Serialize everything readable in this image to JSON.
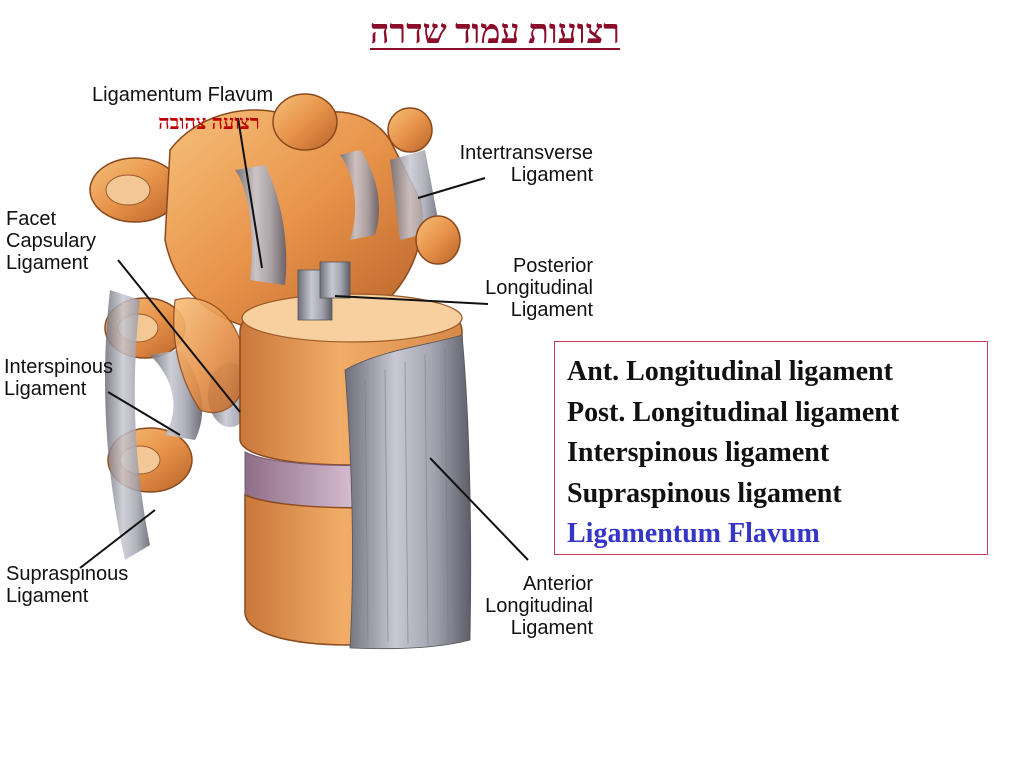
{
  "title": "רצועות עמוד שדרה",
  "colors": {
    "title": "#8a0e2a",
    "hebrew_label": "#c00000",
    "bone": "#e8934a",
    "ligament": "#9a9aa4",
    "disc": "#b89ab0",
    "box_border": "#c0405a",
    "highlight": "#3535c8"
  },
  "diagram": {
    "labels": {
      "ligamentum_flavum": "Ligamentum Flavum",
      "ligamentum_flavum_hebrew": "רצועה צהובה",
      "intertransverse": [
        "Intertransverse",
        "Ligament"
      ],
      "facet_capsulary": [
        "Facet",
        "Capsulary",
        "Ligament"
      ],
      "posterior_longitudinal": [
        "Posterior",
        "Longitudinal",
        "Ligament"
      ],
      "interspinous": [
        "Interspinous",
        "Ligament"
      ],
      "supraspinous": [
        "Supraspinous",
        "Ligament"
      ],
      "anterior_longitudinal": [
        "Anterior",
        "Longitudinal",
        "Ligament"
      ]
    }
  },
  "info_box": {
    "items": [
      {
        "text": "Ant. Longitudinal ligament",
        "highlight": false
      },
      {
        "text": "Post. Longitudinal ligament",
        "highlight": false
      },
      {
        "text": "Interspinous ligament",
        "highlight": false
      },
      {
        "text": "Supraspinous ligament",
        "highlight": false
      },
      {
        "text": "Ligamentum Flavum",
        "highlight": true
      }
    ]
  }
}
